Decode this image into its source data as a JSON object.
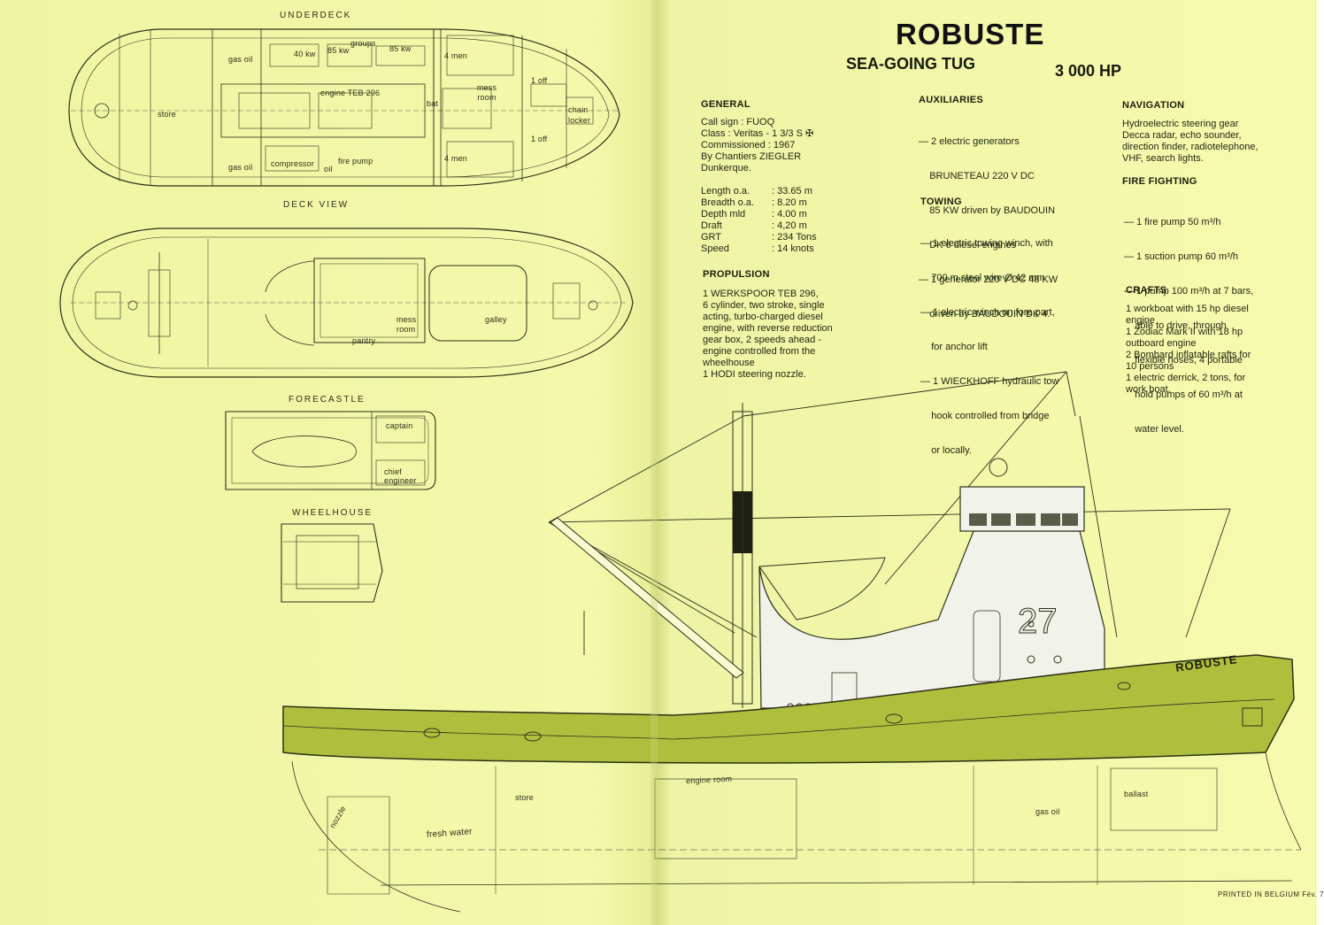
{
  "header": {
    "title": "ROBUSTE",
    "subtitle": "SEA-GOING TUG",
    "power": "3 000 HP"
  },
  "plans": {
    "underdeck": "UNDERDECK",
    "deck_view": "DECK VIEW",
    "forecastle": "FORECASTLE",
    "wheelhouse": "WHEELHOUSE"
  },
  "underdeck_labels": {
    "gas_oil_top": "gas oil",
    "gas_oil_bottom": "gas oil",
    "store": "store",
    "kw40": "40 kw",
    "kw85a": "85 kw",
    "groups": "groups",
    "kw85b": "85 kw",
    "engine": "engine TEB 296",
    "bat": "bat",
    "compressor": "compressor",
    "oil": "oil",
    "fire_pump": "fire pump",
    "men4_top": "4 men",
    "men4_bottom": "4 men",
    "mess_room": "mess room",
    "off1_top": "1 off",
    "off1_bottom": "1 off",
    "chain_locker": "chain locker"
  },
  "deck_labels": {
    "mess_room": "mess room",
    "galley": "galley",
    "pantry": "pantry"
  },
  "forecastle_labels": {
    "captain": "captain",
    "chief_engineer": "chief engineer"
  },
  "general": {
    "heading": "GENERAL",
    "lines": [
      "Call sign : FUOQ",
      "Class : Veritas - 1 3/3 S ✠",
      "Commissioned : 1967",
      "By Chantiers ZIEGLER",
      "Dunkerque."
    ]
  },
  "specs": [
    {
      "label": "Length o.a.",
      "value": "33.65  m"
    },
    {
      "label": "Breadth o.a.",
      "value": "8.20  m"
    },
    {
      "label": "Depth mld",
      "value": "4.00  m"
    },
    {
      "label": "Draft",
      "value": "4,20  m"
    },
    {
      "label": "GRT",
      "value": "234  Tons"
    },
    {
      "label": "Speed",
      "value": "14  knots"
    }
  ],
  "propulsion": {
    "heading": "PROPULSION",
    "lines": [
      "1 WERKSPOOR TEB 296,",
      "6 cylinder, two stroke, single",
      "acting, turbo-charged diesel",
      "engine, with reverse reduction",
      "gear box, 2 speeds ahead -",
      "engine controlled from the",
      "wheelhouse",
      "1 HODI steering nozzle."
    ]
  },
  "auxiliaries": {
    "heading": "AUXILIARIES",
    "lines": [
      "— 2 electric generators",
      "    BRUNETEAU 220 V DC",
      "    85 KW driven by BAUDOUIN",
      "    DK 6 diesel engines",
      "— 1 generator 220 V DC 48 KW",
      "    driven by BAUDOUIN DK 4."
    ]
  },
  "towing": {
    "heading": "TOWING",
    "lines": [
      "— 1 electric towing winch, with",
      "    700 m steel wire Ø 42 mm",
      "— 1 electric winch on fore part,",
      "    for anchor lift",
      "— 1 WIECKHOFF hydraulic tow",
      "    hook controlled from bridge",
      "    or locally."
    ]
  },
  "navigation": {
    "heading": "NAVIGATION",
    "lines": [
      "Hydroelectric steering gear",
      "Decca radar, echo sounder,",
      "direction finder, radiotelephone,",
      "VHF, search lights."
    ]
  },
  "fire_fighting": {
    "heading": "FIRE FIGHTING",
    "lines": [
      "— 1 fire pump 50 m³/h",
      "— 1 suction pump 60 m³/h",
      "— 1 pump 100 m³/h at 7 bars,",
      "    able to drive, through",
      "    flexible hoses, 4 portable",
      "    hold pumps of 60 m³/h at",
      "    water level."
    ]
  },
  "crafts": {
    "heading": "CRAFTS",
    "lines": [
      "1 workboat with 15 hp diesel",
      "engine",
      "1 Zodiac Mark II with 18 hp",
      "outboard engine",
      "2 Bombard inflatable rafts for",
      "10 persons",
      "1 electric derrick, 2 tons, for",
      "work boat."
    ]
  },
  "profile_labels": {
    "hull_number": "27",
    "ship_name": "ROBUSTE",
    "store": "store",
    "engine_room": "engine room",
    "fresh_water": "fresh water",
    "nozzle": "nozzle",
    "gas_oil": "gas oil",
    "ballast": "ballast"
  },
  "footer": "PRINTED IN BELGIUM Fév. 7",
  "colors": {
    "paper": "#f2f7a8",
    "hull": "#aebf3e",
    "line": "#2c3118"
  }
}
